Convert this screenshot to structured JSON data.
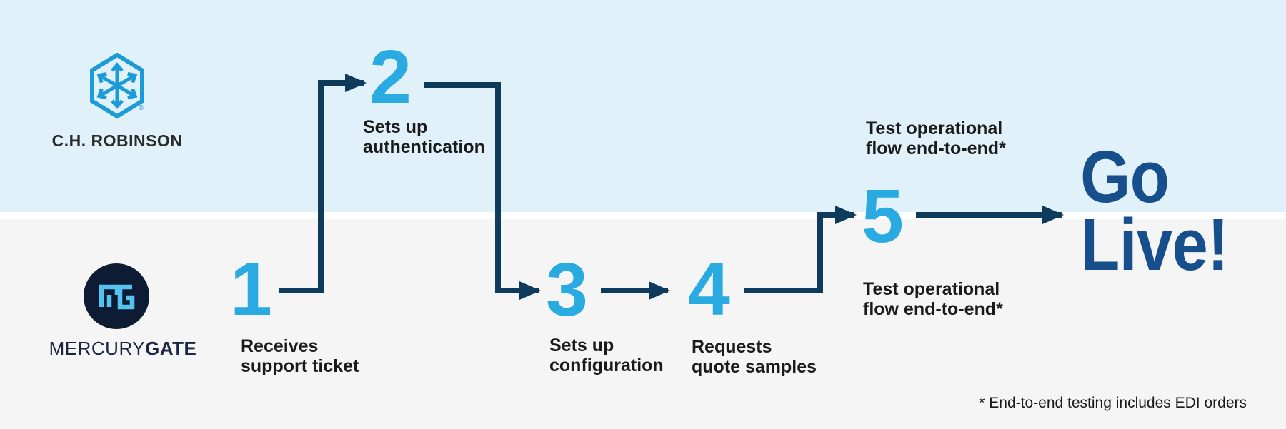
{
  "colors": {
    "lane_top_bg": "#E0F1FA",
    "lane_bottom_bg": "#F5F5F6",
    "lane_divider": "#FFFFFF",
    "step_number_blue": "#29ABE2",
    "arrow_navy": "#0E3A5C",
    "outcome_navy": "#164F8C",
    "label_text": "#1A1A1A",
    "chr_icon_blue": "#1B9CD8",
    "chr_text": "#2B2B2B",
    "mg_circle_navy": "#0D1B33",
    "mg_monogram_blue": "#55C3F0",
    "mg_text_navy": "#1B2440"
  },
  "logos": {
    "chr": {
      "wordmark": "C.H. ROBINSON",
      "registered": "®"
    },
    "mercurygate": {
      "wordmark_regular": "MERCURY",
      "wordmark_bold": "GATE"
    }
  },
  "steps": [
    {
      "number": "1",
      "line1": "Receives",
      "line2": "support ticket"
    },
    {
      "number": "2",
      "line1": "Sets up",
      "line2": "authentication"
    },
    {
      "number": "3",
      "line1": "Sets up",
      "line2": "configuration"
    },
    {
      "number": "4",
      "line1": "Requests",
      "line2": "quote samples"
    },
    {
      "number": "5",
      "top_label_line1": "Test operational",
      "top_label_line2": "flow end-to-end*",
      "bottom_label_line1": "Test operational",
      "bottom_label_line2": "flow end-to-end*"
    }
  ],
  "outcome": {
    "line1": "Go",
    "line2": "Live!"
  },
  "footnote": "* End-to-end testing includes EDI orders"
}
